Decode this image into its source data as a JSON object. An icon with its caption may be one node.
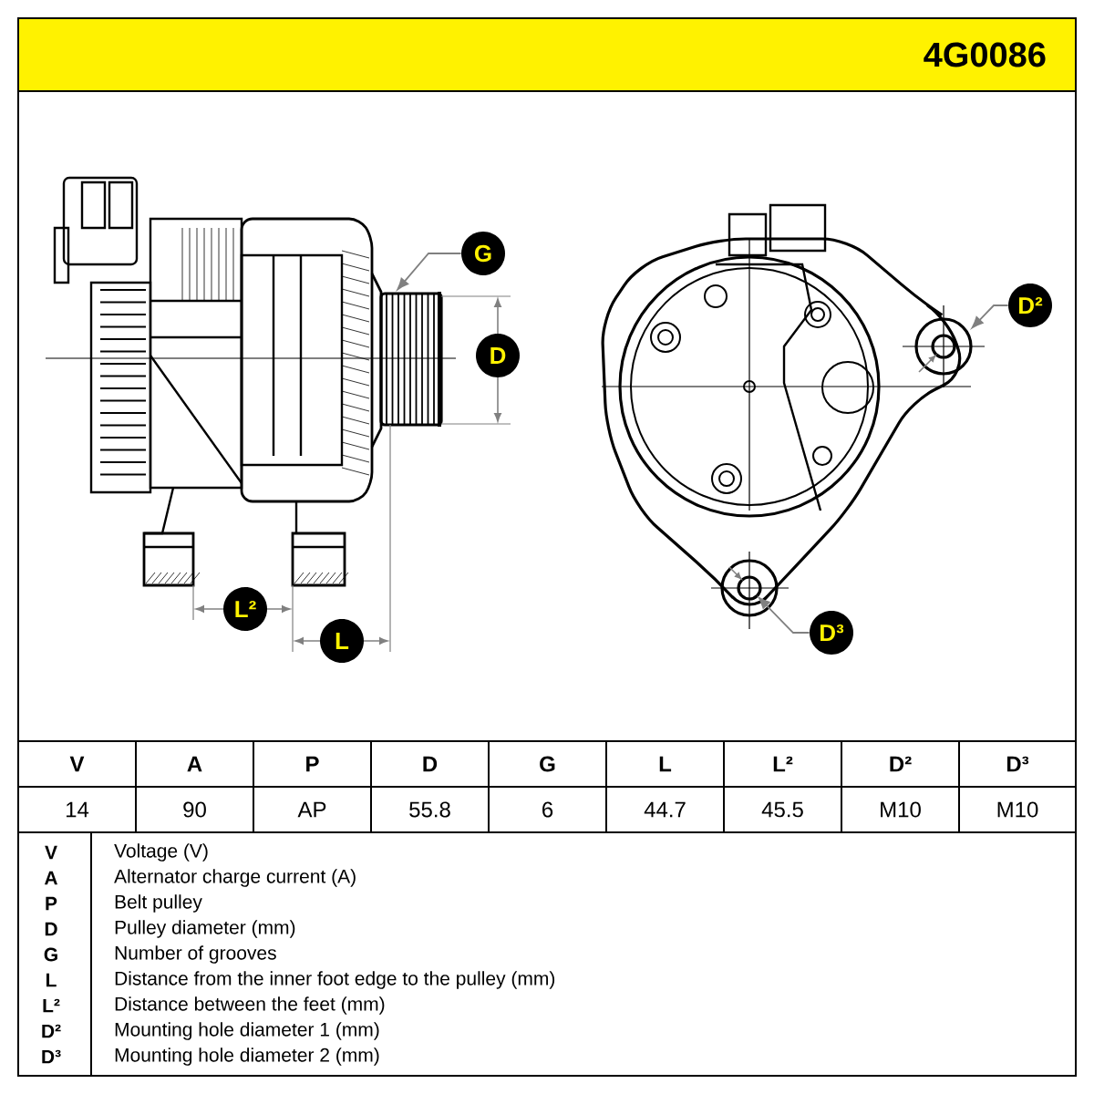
{
  "diagram": {
    "nodes": [
      {
        "text": [
          "G"
        ]
      },
      {
        "text": [
          "D"
        ]
      },
      {
        "text": [
          "D²"
        ]
      },
      {
        "text": [
          "D³"
        ]
      },
      {
        "text": [
          "L²"
        ]
      },
      {
        "text": [
          "L"
        ]
      }
    ],
    "edges": [
      {
        "from": 0,
        "to": null,
        "arrow": "to"
      },
      {
        "from": 2,
        "to": null,
        "arrow": "to"
      },
      {
        "from": 3,
        "to": null,
        "arrow": "to"
      }
    ],
    "labels": [
      "4G0086",
      "V",
      "A",
      "P",
      "D",
      "G",
      "L",
      "L²",
      "D²",
      "D³",
      "14",
      "90",
      "AP",
      "55.8",
      "6",
      "44.7",
      "45.5",
      "M10",
      "M10",
      "V",
      "Voltage (V)",
      "A",
      "Alternator charge current (A)",
      "P",
      "Belt pulley",
      "D",
      "Pulley diameter (mm)",
      "G",
      "Number of grooves",
      "L",
      "Distance from the inner foot edge to the pulley (mm)",
      "L²",
      "Distance between the feet (mm)",
      "D²",
      "Mounting hole diameter 1 (mm)",
      "D³",
      "Mounting hole diameter 2 (mm)"
    ]
  }
}
